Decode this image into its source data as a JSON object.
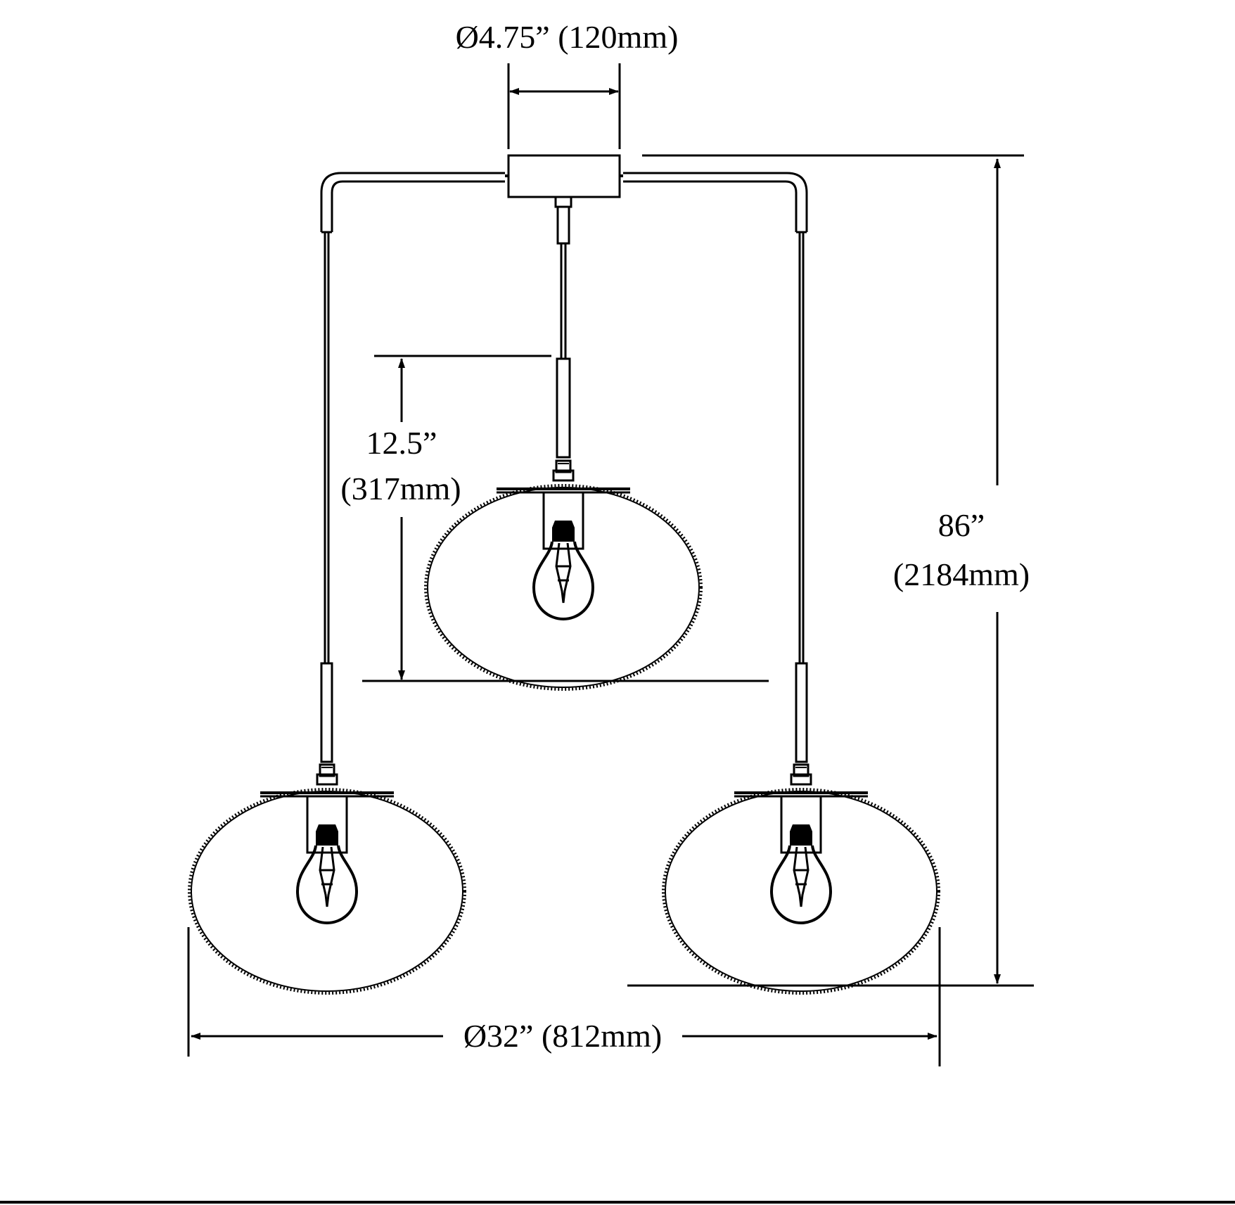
{
  "dimensions": {
    "canopy_diameter": "Ø4.75” (120mm)",
    "center_drop_line1": "12.5”",
    "center_drop_line2": "(317mm)",
    "overall_height_line1": "86”",
    "overall_height_line2": "(2184mm)",
    "overall_width": "Ø32” (812mm)"
  },
  "components": [
    "canopy",
    "left-pendant",
    "center-pendant",
    "right-pendant"
  ],
  "line_color": "#000000"
}
